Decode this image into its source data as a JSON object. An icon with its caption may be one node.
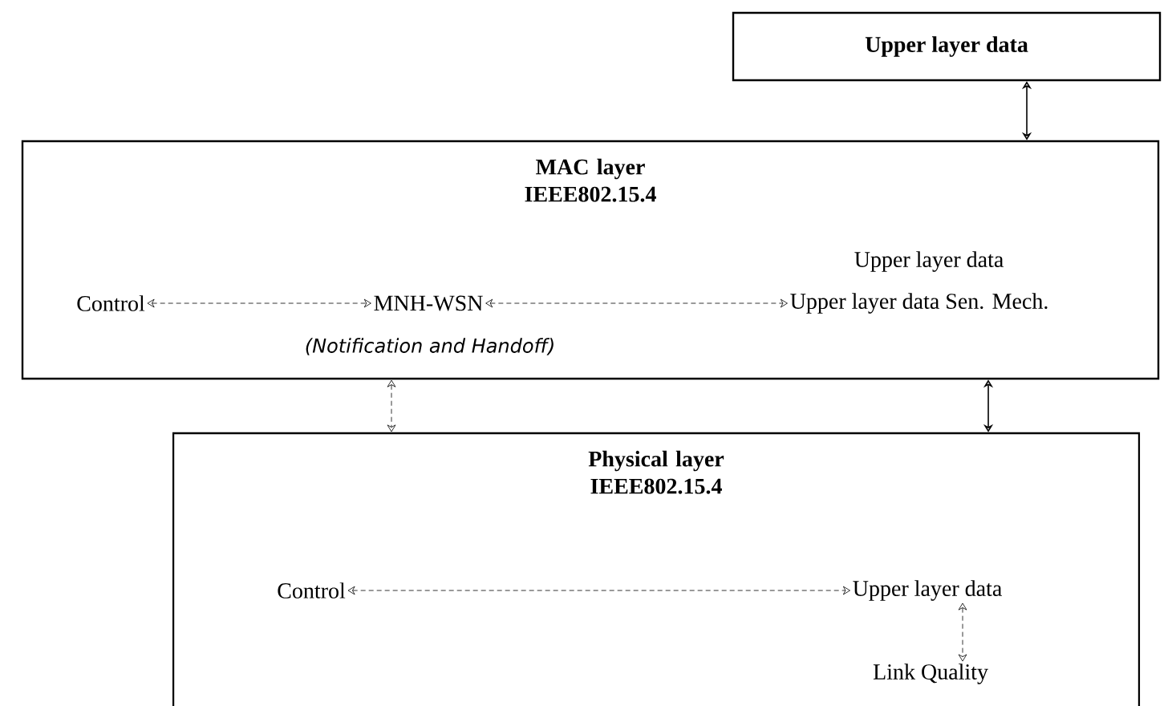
{
  "diagram": {
    "nodes": [
      {
        "text": [
          "Upper layer  data"
        ]
      },
      {
        "text": [
          "MAC layer IEEE802.15.4"
        ]
      },
      {
        "text": [
          "Control"
        ],
        "in": 1
      },
      {
        "text": [
          "MNH-WSN"
        ],
        "in": 1,
        "beside": [
          "(Notification and Handoff)"
        ]
      },
      {
        "text": [
          "Upper layer  data Sen. Mech."
        ],
        "in": 1
      },
      {
        "text": [
          "Physical layer IEEE802.15.4"
        ]
      },
      {
        "text": [
          "Control"
        ],
        "in": 5
      },
      {
        "text": [
          "Upper layer  data"
        ],
        "in": 5
      },
      {
        "text": [
          "Link Quality"
        ],
        "in": 5
      }
    ],
    "edges": [
      {
        "from": 0,
        "to": 1,
        "arrow": "both"
      },
      {
        "from": 1,
        "to": 5,
        "arrow": "both",
        "style": "dashed"
      },
      {
        "from": 1,
        "to": 5,
        "arrow": "both"
      },
      {
        "from": 2,
        "to": 3,
        "arrow": "both",
        "style": "dashed"
      },
      {
        "from": 3,
        "to": 4,
        "arrow": "both",
        "style": "dashed"
      },
      {
        "from": 6,
        "to": 7,
        "arrow": "both",
        "style": "dashed"
      },
      {
        "from": 7,
        "to": 8,
        "arrow": "both",
        "style": "dashed"
      }
    ],
    "labels": [
      "Upper layer  data"
    ]
  }
}
